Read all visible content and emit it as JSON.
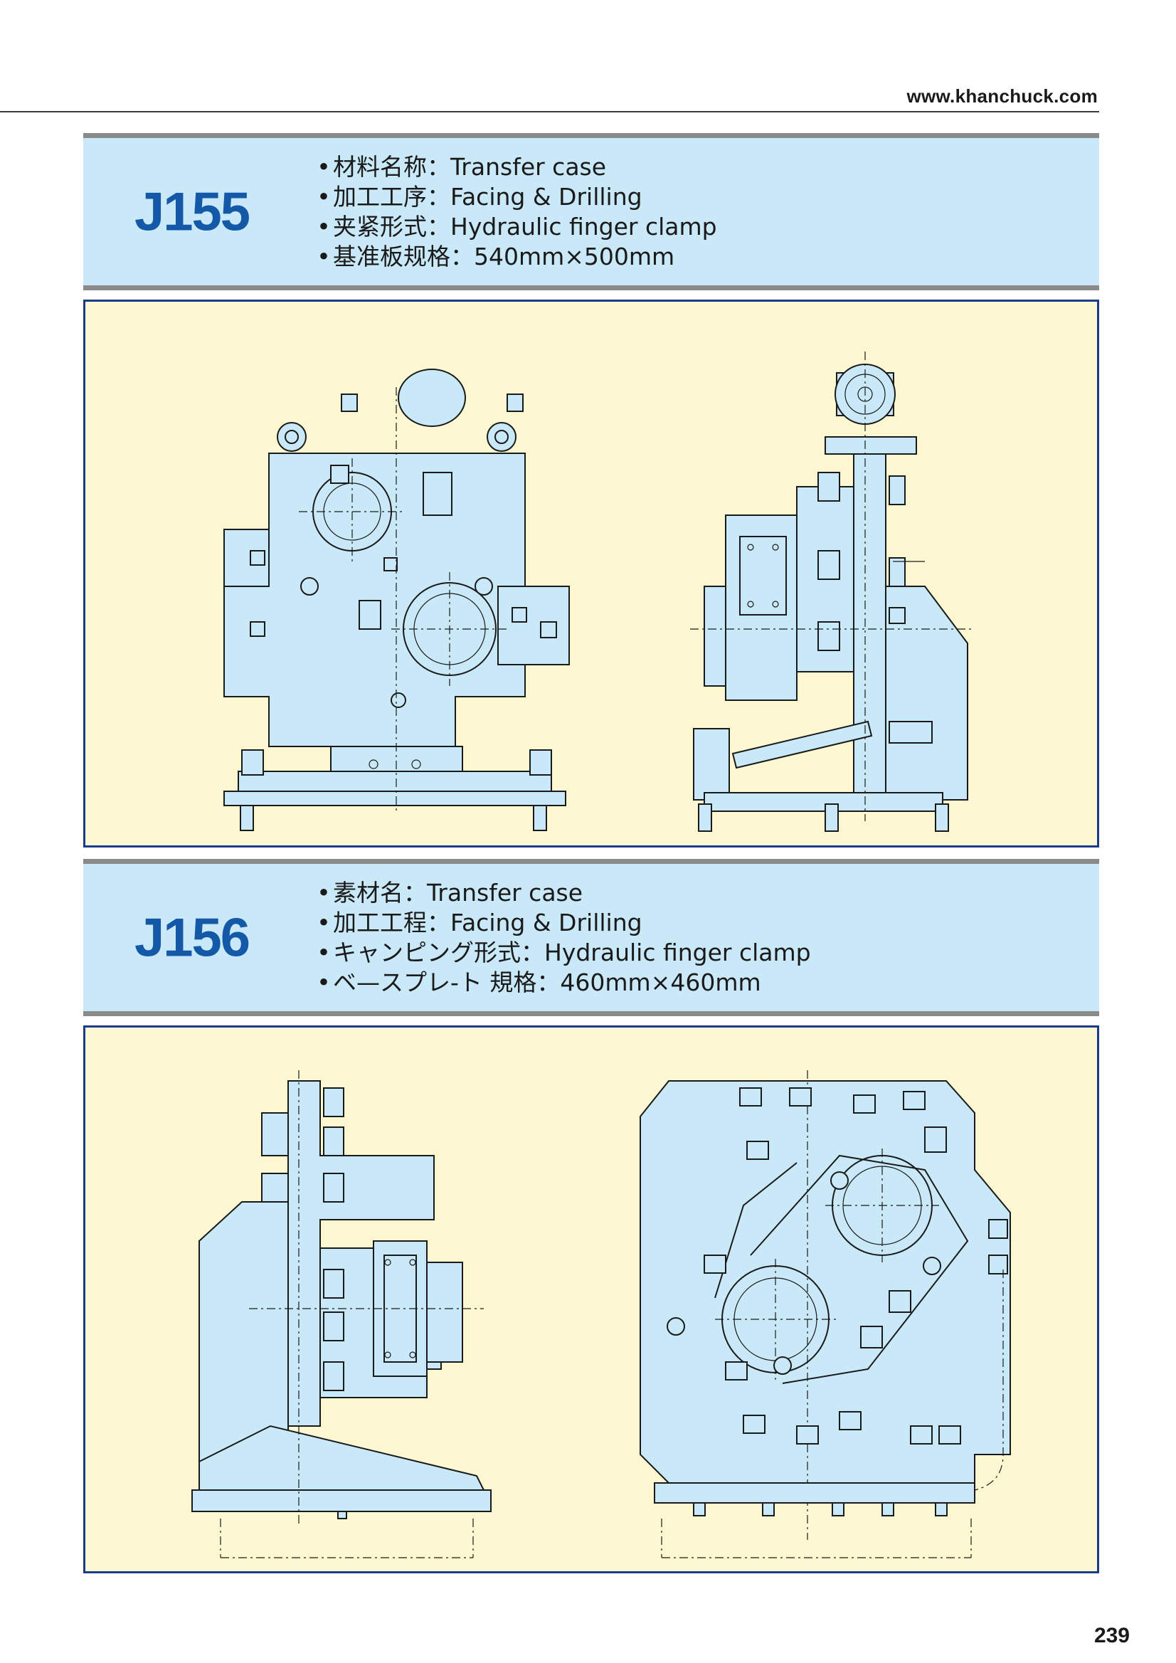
{
  "header": {
    "website": "www.khanchuck.com"
  },
  "sections": [
    {
      "code": "J155",
      "specs": [
        "材料名称：Transfer case",
        "加工工序：Facing & Drilling",
        "夹紧形式：Hydraulic finger clamp",
        "基准板规格：540mm×500mm"
      ]
    },
    {
      "code": "J156",
      "specs": [
        "素材名：Transfer case",
        "加工工程：Facing & Drilling",
        "キャンピング形式：Hydraulic finger clamp",
        "ベ—スプレ-ト 規格：460mm×460mm"
      ]
    }
  ],
  "footer": {
    "page_number": "239"
  }
}
